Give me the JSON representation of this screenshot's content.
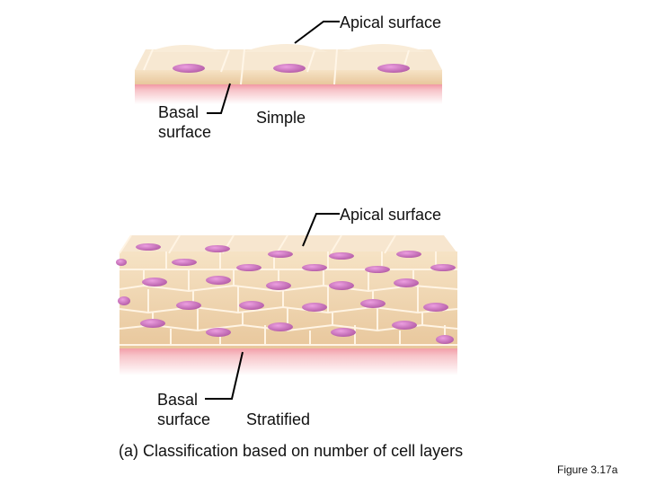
{
  "labels": {
    "apical_top": "Apical surface",
    "apical_bottom": "Apical surface",
    "basal_top": "Basal\nsurface",
    "basal_bottom": "Basal\nsurface",
    "simple": "Simple",
    "stratified": "Stratified"
  },
  "caption": "(a) Classification based on number of cell layers",
  "figure_number": "Figure 3.17a",
  "colors": {
    "cell_fill": "#f3dcba",
    "cell_edge": "#fff3df",
    "nucleus": "#c66bb6",
    "basement": "#f2b2b6",
    "connective": "#f6d0d3"
  }
}
